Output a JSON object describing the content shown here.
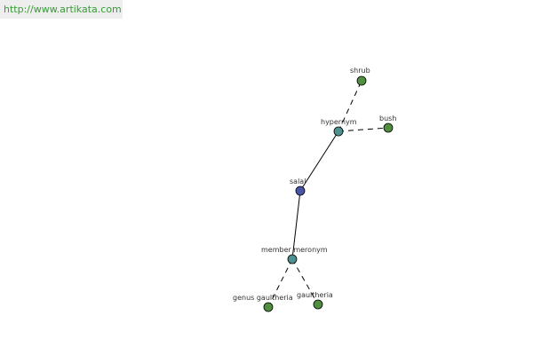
{
  "header": {
    "url": "http://www.artikata.com"
  },
  "colors": {
    "center_node": "#4a55a8",
    "relation_node": "#4f9090",
    "leaf_node": "#4f8f3f",
    "url_text": "#379a37",
    "url_background": "#eeeeee"
  },
  "graph": {
    "nodes": {
      "salal": {
        "label": "salal",
        "kind": "center"
      },
      "hypernym": {
        "label": "hypernym",
        "kind": "relation"
      },
      "shrub": {
        "label": "shrub",
        "kind": "leaf"
      },
      "bush": {
        "label": "bush",
        "kind": "leaf"
      },
      "member_meronym": {
        "label": "member meronym",
        "kind": "relation"
      },
      "genus_gaultheria": {
        "label": "genus gaultheria",
        "kind": "leaf"
      },
      "gaultheria": {
        "label": "gaultheria",
        "kind": "leaf"
      }
    },
    "edges": [
      {
        "from": "salal",
        "to": "hypernym",
        "style": "solid"
      },
      {
        "from": "salal",
        "to": "member_meronym",
        "style": "solid"
      },
      {
        "from": "hypernym",
        "to": "shrub",
        "style": "dashed"
      },
      {
        "from": "hypernym",
        "to": "bush",
        "style": "dashed"
      },
      {
        "from": "member_meronym",
        "to": "genus_gaultheria",
        "style": "dashed"
      },
      {
        "from": "member_meronym",
        "to": "gaultheria",
        "style": "dashed"
      }
    ]
  }
}
